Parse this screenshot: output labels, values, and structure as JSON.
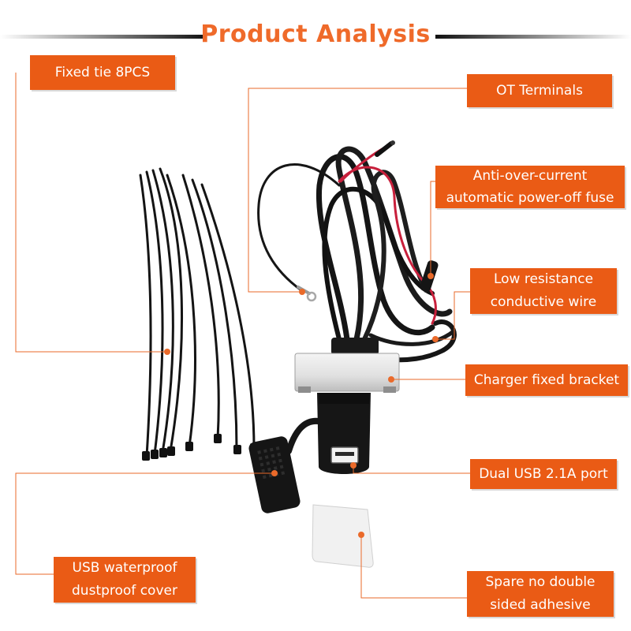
{
  "title": "Product Analysis",
  "labels": {
    "fixed_tie": "Fixed tie 8PCS",
    "ot_terminals": "OT Terminals",
    "fuse_line1": "Anti-over-current",
    "fuse_line2": "automatic power-off fuse",
    "wire_line1": "Low resistance",
    "wire_line2": "conductive wire",
    "bracket": "Charger fixed bracket",
    "usb_port": "Dual USB 2.1A port",
    "cover_line1": "USB waterproof",
    "cover_line2": "dustproof cover",
    "adhesive_line1": "Spare no double",
    "adhesive_line2": "sided adhesive"
  },
  "colors": {
    "accent": "#ea5b15",
    "title": "#ef6a2a",
    "leader": "#ea6a2a",
    "cable": "#1a1a1a",
    "red_wire": "#c8203c"
  }
}
